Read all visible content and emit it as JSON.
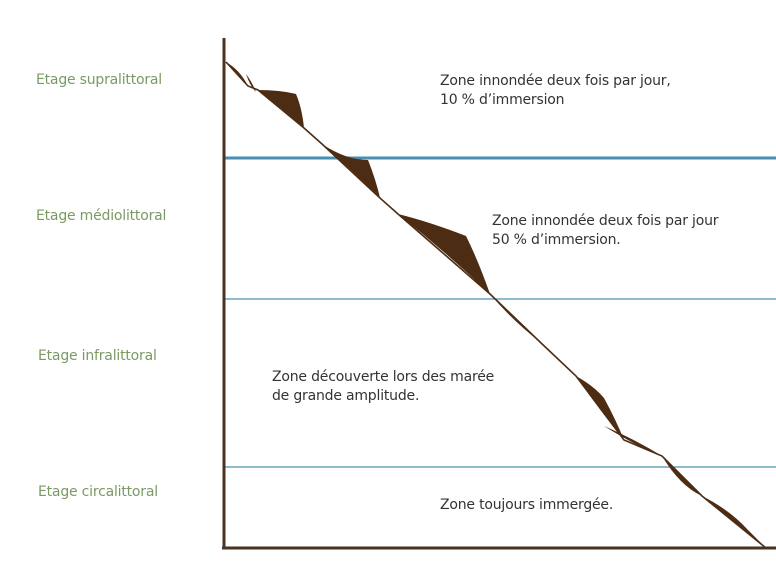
{
  "stages": [
    {
      "label": "Etage supralittoral"
    },
    {
      "label": "Etage médiolittoral"
    },
    {
      "label": "Etage infralittoral"
    },
    {
      "label": "Etage circalittoral"
    }
  ],
  "zones": [
    {
      "lines": [
        "Zone innondée deux fois par jour,",
        "10 % d’immersion"
      ]
    },
    {
      "lines": [
        "Zone innondée deux fois par jour",
        "50 % d’immersion."
      ]
    },
    {
      "lines": [
        "Zone découverte lors des marée",
        "de grande amplitude."
      ]
    },
    {
      "lines": [
        "Zone toujours immergée."
      ]
    }
  ],
  "colors": {
    "stage_label": "#7a9a63",
    "zone_text": "#333333",
    "axis": "#4a3322",
    "band_line": "#4a8fb1",
    "shore_fill": "#4d2c14"
  }
}
